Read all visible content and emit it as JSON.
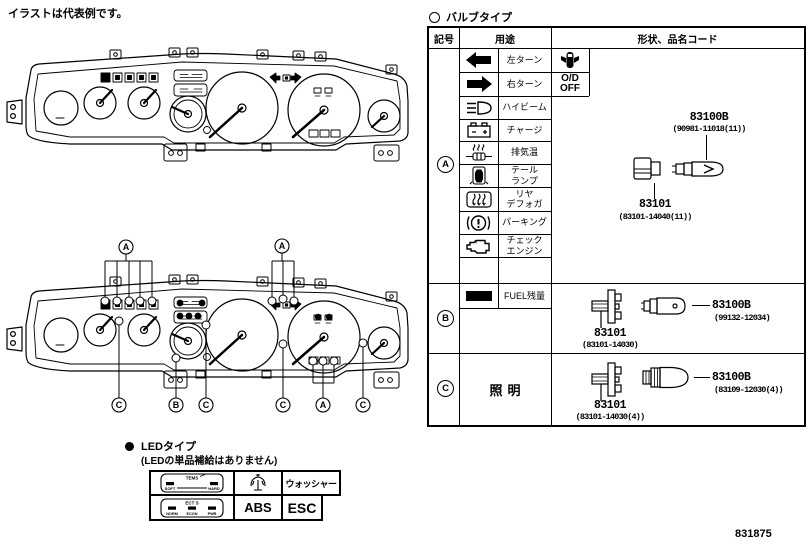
{
  "note": "イラストは代表例です。",
  "figure_number": "831875",
  "callouts": {
    "a": "A",
    "b": "B",
    "c": "C"
  },
  "bulb_table": {
    "title": "バルブタイプ",
    "headers": {
      "symbol": "記号",
      "use": "用途",
      "shape": "形状、品名コード"
    },
    "od_off": "O/D\nOFF",
    "section_a": {
      "symbol": "A",
      "rows": [
        {
          "icon": "left-turn-icon",
          "label": "左ターン"
        },
        {
          "icon": "right-turn-icon",
          "label": "右ターン"
        },
        {
          "icon": "high-beam-icon",
          "label": "ハイビーム"
        },
        {
          "icon": "charge-icon",
          "label": "チャージ"
        },
        {
          "icon": "exhaust-temp-icon",
          "label": "排気温"
        },
        {
          "icon": "tail-lamp-icon",
          "label": "テール\nランプ"
        },
        {
          "icon": "rear-defogger-icon",
          "label": "リヤ\nデフォガ"
        },
        {
          "icon": "parking-brake-icon",
          "label": "パーキング"
        },
        {
          "icon": "check-engine-icon",
          "label": "チェック\nエンジン"
        }
      ],
      "bulb_no": "83100B",
      "bulb_code": "(90981-11018(11))",
      "socket_no": "83101",
      "socket_code": "(83101-14040(11))"
    },
    "section_b": {
      "symbol": "B",
      "use_label": "FUEL残量",
      "socket_no": "83101",
      "socket_code": "(83101-14030)",
      "bulb_no": "83100B",
      "bulb_code": "(99132-12034)"
    },
    "section_c": {
      "symbol": "C",
      "use_label": "照明",
      "socket_no": "83101",
      "socket_code": "(83101-14030(4))",
      "bulb_no": "83100B",
      "bulb_code": "(83109-12030(4))"
    }
  },
  "led_table": {
    "title": "LEDタイプ",
    "subtitle": "(LEDの単品補給はありません)",
    "tems": {
      "title": "TEMS",
      "left": "SOFT",
      "right": "HARD"
    },
    "ects": {
      "title": "ECT S",
      "m1": "NORM",
      "m2": "ECON",
      "m3": "PWR"
    },
    "washer_label": "ウォッシャー",
    "abs_label": "ABS",
    "esc_label": "ESC"
  }
}
